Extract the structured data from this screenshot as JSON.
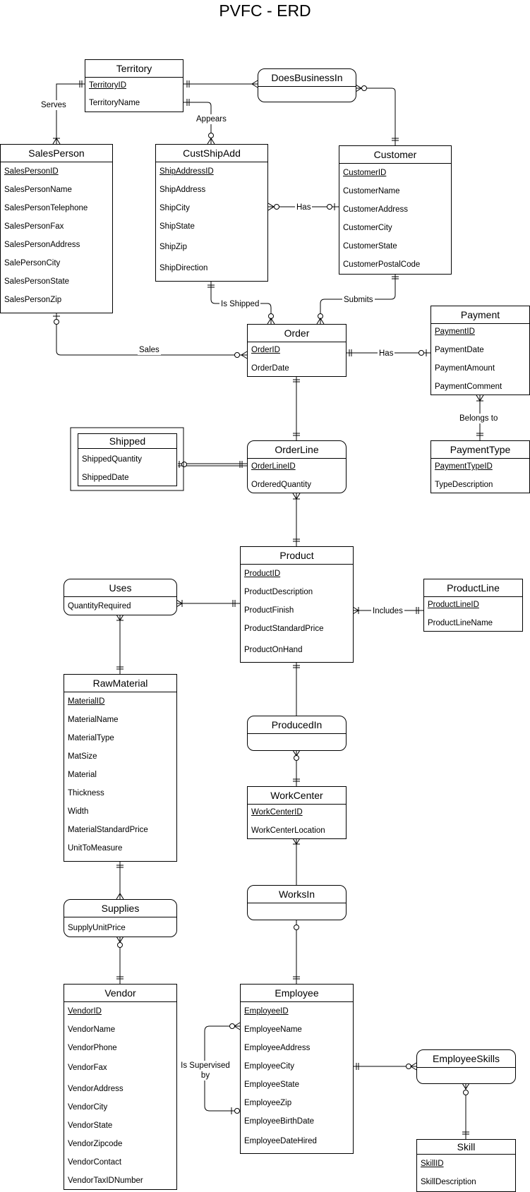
{
  "title": "PVFC - ERD",
  "entities": {
    "territory": {
      "name": "Territory",
      "attrs": [
        "TerritoryID",
        "TerritoryName"
      ]
    },
    "doesbusinessin": {
      "name": "DoesBusinessIn",
      "attrs": []
    },
    "salesperson": {
      "name": "SalesPerson",
      "attrs": [
        "SalesPersonID",
        "SalesPersonName",
        "SalesPersonTelephone",
        "SalesPersonFax",
        "SalesPersonAddress",
        "SalePersonCity",
        "SalesPersonState",
        "SalesPersonZip"
      ]
    },
    "custshipadd": {
      "name": "CustShipAdd",
      "attrs": [
        "ShipAddressID",
        "ShipAddress",
        "ShipCity",
        "ShipState",
        "ShipZip",
        "ShipDirection"
      ]
    },
    "customer": {
      "name": "Customer",
      "attrs": [
        "CustomerID",
        "CustomerName",
        "CustomerAddress",
        "CustomerCity",
        "CustomerState",
        "CustomerPostalCode"
      ]
    },
    "order": {
      "name": "Order",
      "attrs": [
        "OrderID",
        "OrderDate"
      ]
    },
    "payment": {
      "name": "Payment",
      "attrs": [
        "PaymentID",
        "PaymentDate",
        "PaymentAmount",
        "PaymentComment"
      ]
    },
    "paymenttype": {
      "name": "PaymentType",
      "attrs": [
        "PaymentTypeID",
        "TypeDescription"
      ]
    },
    "shipped": {
      "name": "Shipped",
      "attrs": [
        "ShippedQuantity",
        "ShippedDate"
      ]
    },
    "orderline": {
      "name": "OrderLine",
      "attrs": [
        "OrderLineID",
        "OrderedQuantity"
      ]
    },
    "product": {
      "name": "Product",
      "attrs": [
        "ProductID",
        "ProductDescription",
        "ProductFinish",
        "ProductStandardPrice",
        "ProductOnHand"
      ]
    },
    "productline": {
      "name": "ProductLine",
      "attrs": [
        "ProductLineID",
        "ProductLineName"
      ]
    },
    "uses": {
      "name": "Uses",
      "attrs": [
        "QuantityRequired"
      ]
    },
    "rawmaterial": {
      "name": "RawMaterial",
      "attrs": [
        "MaterialID",
        "MaterialName",
        "MaterialType",
        "MatSize",
        "Material",
        "Thickness",
        "Width",
        "MaterialStandardPrice",
        "UnitToMeasure"
      ]
    },
    "producedin": {
      "name": "ProducedIn",
      "attrs": []
    },
    "workcenter": {
      "name": "WorkCenter",
      "attrs": [
        "WorkCenterID",
        "WorkCenterLocation"
      ]
    },
    "worksin": {
      "name": "WorksIn",
      "attrs": []
    },
    "supplies": {
      "name": "Supplies",
      "attrs": [
        "SupplyUnitPrice"
      ]
    },
    "vendor": {
      "name": "Vendor",
      "attrs": [
        "VendorID",
        "VendorName",
        "VendorPhone",
        "VendorFax",
        "VendorAddress",
        "VendorCity",
        "VendorState",
        "VendorZipcode",
        "VendorContact",
        "VendorTaxIDNumber"
      ]
    },
    "employee": {
      "name": "Employee",
      "attrs": [
        "EmployeeID",
        "EmployeeName",
        "EmployeeAddress",
        "EmployeeCity",
        "EmployeeState",
        "EmployeeZip",
        "EmployeeBirthDate",
        "EmployeeDateHired"
      ]
    },
    "employeeskills": {
      "name": "EmployeeSkills",
      "attrs": []
    },
    "skill": {
      "name": "Skill",
      "attrs": [
        "SkillID",
        "SkillDescription"
      ]
    }
  },
  "relationships": {
    "serves": "Serves",
    "appears": "Appears",
    "has_custship": "Has",
    "submits": "Submits",
    "is_shipped": "Is Shipped",
    "sales": "Sales",
    "has_payment": "Has",
    "belongs_to": "Belongs to",
    "includes": "Includes",
    "is_supervised_by": "Is Supervised by"
  }
}
